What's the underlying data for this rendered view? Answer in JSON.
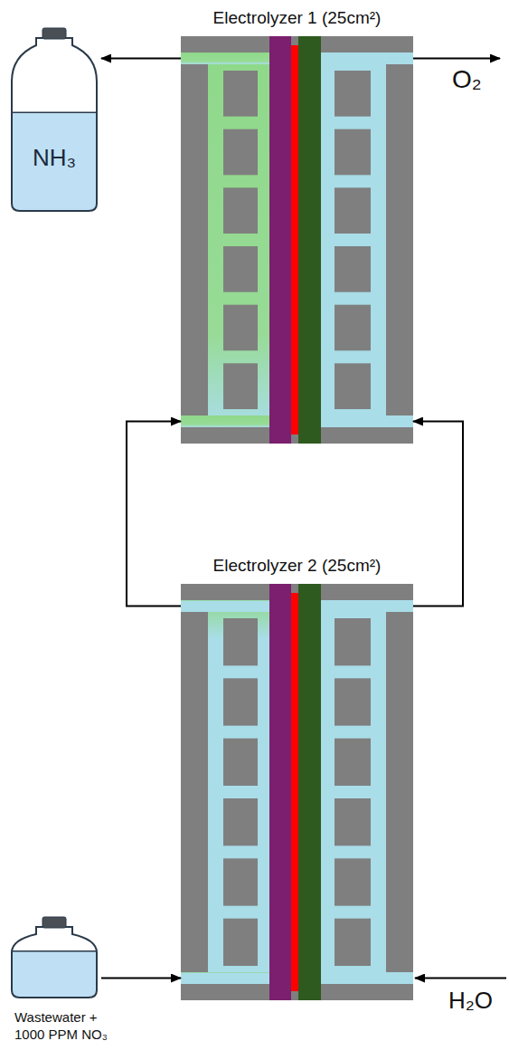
{
  "diagram": {
    "nodes": [
      {
        "text": [
          "Electrolyzer 1 (25cm²)"
        ]
      },
      {
        "text": [
          "NH₃"
        ]
      },
      {
        "text": [
          "Electrolyzer 2 (25cm²)"
        ]
      },
      {
        "text": [
          "Wastewater + 1000 PPM NO₃"
        ]
      }
    ],
    "edges": [
      {
        "from": 0,
        "to": 1,
        "arrow": "to"
      },
      {
        "from": 2,
        "to": 0,
        "arrow": "to"
      },
      {
        "from": 2,
        "to": 0,
        "arrow": "to"
      },
      {
        "from": 3,
        "to": 2,
        "arrow": "to"
      }
    ],
    "labels": [
      "O₂",
      "H₂O"
    ]
  }
}
